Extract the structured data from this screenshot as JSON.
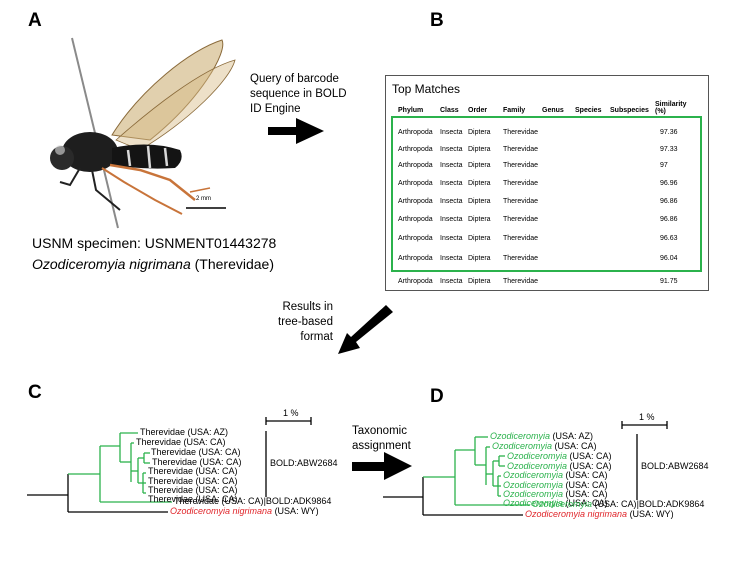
{
  "panels": {
    "a": "A",
    "b": "B",
    "c": "C",
    "d": "D"
  },
  "specimen": {
    "scale_label": "2 mm",
    "caption_line1": "USNM specimen: USNMENT01443278",
    "species_italic": "Ozodiceromyia nigrimana",
    "species_family": "(Therevidae)"
  },
  "arrow_query": {
    "line1": "Query of barcode",
    "line2": "sequence in BOLD",
    "line3": "ID Engine"
  },
  "arrow_results": {
    "line1": "Results in",
    "line2": "tree-based",
    "line3": "format"
  },
  "arrow_tax": {
    "line1": "Taxonomic",
    "line2": "assignment"
  },
  "table": {
    "title": "Top Matches",
    "headers": [
      "Phylum",
      "Class",
      "Order",
      "Family",
      "Genus",
      "Species",
      "Subspecies",
      "Similarity (%)"
    ],
    "similarity_header_l1": "Similarity",
    "similarity_header_l2": "(%)",
    "rows": [
      [
        "Arthropoda",
        "Insecta",
        "Diptera",
        "Therevidae",
        "97.36"
      ],
      [
        "Arthropoda",
        "Insecta",
        "Diptera",
        "Therevidae",
        "97.33"
      ],
      [
        "Arthropoda",
        "Insecta",
        "Diptera",
        "Therevidae",
        "97"
      ],
      [
        "Arthropoda",
        "Insecta",
        "Diptera",
        "Therevidae",
        "96.96"
      ],
      [
        "Arthropoda",
        "Insecta",
        "Diptera",
        "Therevidae",
        "96.86"
      ],
      [
        "Arthropoda",
        "Insecta",
        "Diptera",
        "Therevidae",
        "96.86"
      ],
      [
        "Arthropoda",
        "Insecta",
        "Diptera",
        "Therevidae",
        "96.63"
      ],
      [
        "Arthropoda",
        "Insecta",
        "Diptera",
        "Therevidae",
        "96.04"
      ],
      [
        "Arthropoda",
        "Insecta",
        "Diptera",
        "Therevidae",
        "91.75"
      ]
    ]
  },
  "tree_c": {
    "scale_label": "1 %",
    "leaves": [
      {
        "name": "Therevidae",
        "loc": "(USA: AZ)"
      },
      {
        "name": "Therevidae",
        "loc": "(USA: CA)"
      },
      {
        "name": "Therevidae",
        "loc": "(USA: CA)"
      },
      {
        "name": "Therevidae",
        "loc": "(USA: CA)"
      },
      {
        "name": "Therevidae",
        "loc": "(USA: CA)"
      },
      {
        "name": "Therevidae",
        "loc": "(USA: CA)"
      },
      {
        "name": "Therevidae",
        "loc": "(USA: CA)"
      },
      {
        "name": "Therevidae",
        "loc": "(USA: CA)"
      }
    ],
    "outlier": {
      "name": "Therevidae",
      "loc": "(USA: CA)",
      "bin": "BOLD:ADK9864"
    },
    "query": {
      "name": "Ozodiceromyia nigrimana",
      "loc": "(USA: WY)"
    },
    "cluster_bin": "BOLD:ABW2684"
  },
  "tree_d": {
    "scale_label": "1 %",
    "leaves": [
      {
        "name": "Ozodiceromyia",
        "loc": "(USA: AZ)"
      },
      {
        "name": "Ozodiceromyia",
        "loc": "(USA: CA)"
      },
      {
        "name": "Ozodiceromyia",
        "loc": "(USA: CA)"
      },
      {
        "name": "Ozodiceromyia",
        "loc": "(USA: CA)"
      },
      {
        "name": "Ozodiceromyia",
        "loc": "(USA: CA)"
      },
      {
        "name": "Ozodiceromyia",
        "loc": "(USA: CA)"
      },
      {
        "name": "Ozodiceromyia",
        "loc": "(USA: CA)"
      },
      {
        "name": "Ozodiceromyia",
        "loc": "(USA: CA)"
      }
    ],
    "outlier": {
      "name": "Ozodiceromyia",
      "loc": "(USA: CA)",
      "bin": "BOLD:ADK9864"
    },
    "query": {
      "name": "Ozodiceromyia nigrimana",
      "loc": "(USA: WY)"
    },
    "cluster_bin": "BOLD:ABW2684"
  },
  "colors": {
    "green": "#2bb24c",
    "red": "#e0262b",
    "black": "#000000"
  }
}
